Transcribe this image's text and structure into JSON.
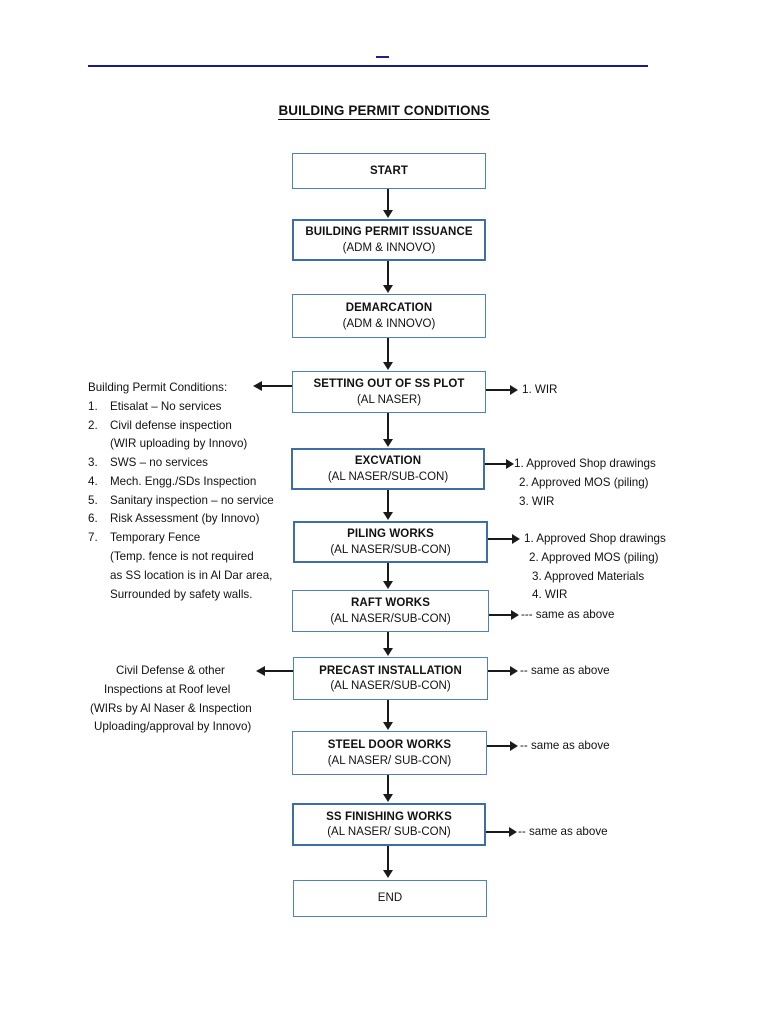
{
  "document": {
    "title": "BUILDING PERMIT CONDITIONS"
  },
  "flow": {
    "nodes": [
      {
        "id": "start",
        "title": "START",
        "subtitle": ""
      },
      {
        "id": "issuance",
        "title": "BUILDING PERMIT ISSUANCE",
        "subtitle": "(ADM & INNOVO)"
      },
      {
        "id": "demarc",
        "title": "DEMARCATION",
        "subtitle": "(ADM & INNOVO)"
      },
      {
        "id": "setting",
        "title": "SETTING OUT OF SS PLOT",
        "subtitle": "(AL NASER)"
      },
      {
        "id": "excv",
        "title": "EXCVATION",
        "subtitle": "(AL NASER/SUB-CON)"
      },
      {
        "id": "piling",
        "title": "PILING WORKS",
        "subtitle": "(AL NASER/SUB-CON)"
      },
      {
        "id": "raft",
        "title": "RAFT WORKS",
        "subtitle": "(AL NASER/SUB-CON)"
      },
      {
        "id": "precast",
        "title": "PRECAST INSTALLATION",
        "subtitle": "(AL NASER/SUB-CON)"
      },
      {
        "id": "steel",
        "title": "STEEL DOOR WORKS",
        "subtitle": "(AL NASER/ SUB-CON)"
      },
      {
        "id": "finish",
        "title": "SS FINISHING WORKS",
        "subtitle": "(AL NASER/ SUB-CON)"
      },
      {
        "id": "end",
        "title": "END",
        "subtitle": ""
      }
    ]
  },
  "left_notes": {
    "permit_conditions": {
      "heading": "Building Permit Conditions:",
      "items": [
        {
          "num": "1.",
          "text": "Etisalat – No services"
        },
        {
          "num": "2.",
          "text": "Civil defense inspection"
        },
        {
          "num": "",
          "text": "(WIR uploading by Innovo)"
        },
        {
          "num": "3.",
          "text": "SWS – no services"
        },
        {
          "num": "4.",
          "text": "Mech. Engg./SDs Inspection"
        },
        {
          "num": "5.",
          "text": "Sanitary inspection – no service"
        },
        {
          "num": "6.",
          "text": "Risk Assessment (by Innovo)"
        },
        {
          "num": "7.",
          "text": "Temporary Fence"
        },
        {
          "num": "",
          "text": "(Temp.  fence is not required"
        },
        {
          "num": "",
          "text": "as SS location is in Al Dar area,"
        },
        {
          "num": "",
          "text": "Surrounded by safety walls."
        }
      ]
    },
    "roof_inspection": {
      "lines": [
        "Civil Defense & other",
        "Inspections at Roof level",
        "(WIRs by Al Naser & Inspection",
        "Uploading/approval by Innovo)"
      ]
    }
  },
  "right_notes": {
    "setting": {
      "lines": [
        "1. WIR"
      ]
    },
    "excv": {
      "lines": [
        "1. Approved Shop drawings",
        "2. Approved MOS (piling)",
        "3. WIR"
      ]
    },
    "piling": {
      "lines": [
        "1. Approved Shop drawings",
        "2. Approved MOS (piling)",
        "3. Approved Materials",
        "4. WIR"
      ]
    },
    "raft": {
      "lines": [
        "--- same as above"
      ]
    },
    "precast": {
      "lines": [
        "-- same as above"
      ]
    },
    "steel": {
      "lines": [
        "-- same as above"
      ]
    },
    "finish": {
      "lines": [
        "-- same as above"
      ]
    }
  },
  "colors": {
    "box_border": "#4f81bd",
    "box_border_heavy": "#3d6ea8",
    "header_rule": "#1a1a8c",
    "connector": "#1a1a1a",
    "text": "#111111"
  }
}
